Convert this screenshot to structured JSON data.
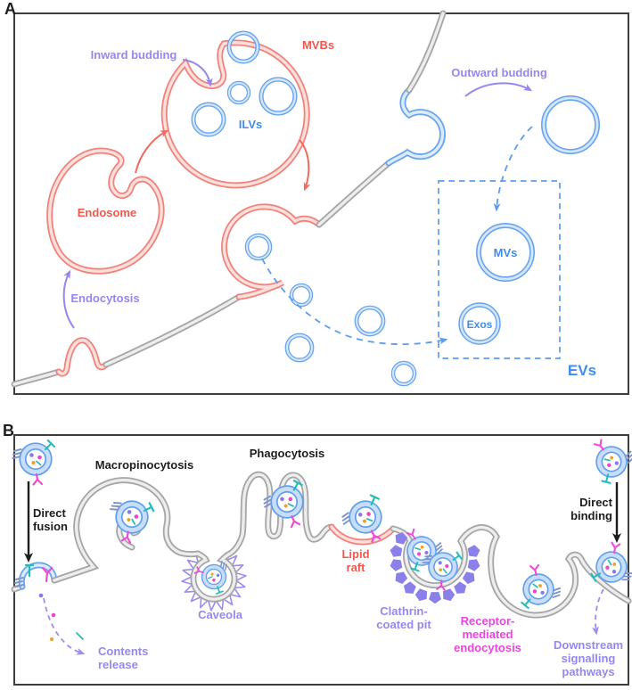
{
  "panelA": {
    "label": "A",
    "labels": {
      "mvbs": "MVBs",
      "inward_budding": "Inward budding",
      "outward_budding": "Outward budding",
      "ilvs": "ILVs",
      "endosome": "Endosome",
      "endocytosis": "Endocytosis",
      "mvs": "MVs",
      "exos": "Exos",
      "evs": "EVs"
    }
  },
  "panelB": {
    "label": "B",
    "labels": {
      "macropinocytosis": "Macropinocytosis",
      "phagocytosis": "Phagocytosis",
      "caveola": "Caveola",
      "direct_fusion_line1": "Direct",
      "direct_fusion_line2": "fusion",
      "direct_binding_line1": "Direct",
      "direct_binding_line2": "binding",
      "lipid_raft_line1": "Lipid",
      "lipid_raft_line2": "raft",
      "clathrin_line1": "Clathrin-",
      "clathrin_line2": "coated pit",
      "rme_line1": "Receptor-",
      "rme_line2": "mediated",
      "rme_line3": "endocytosis",
      "contents_line1": "Contents",
      "contents_line2": "release",
      "downstream_line1": "Downstream",
      "downstream_line2": "signalling",
      "downstream_line3": "pathways"
    }
  },
  "colors": {
    "membrane_gray": "#a6a6a6",
    "membrane_red": "#f1837b",
    "membrane_blue": "#6aa5f0",
    "text_blue": "#3f8cf0",
    "text_red": "#f2564d",
    "text_purple": "#9488f0",
    "text_magenta": "#ee44e4",
    "text_black": "#1d1d1d",
    "clathrin_purple": "#8b80ea",
    "caveolin_purple": "#9b8cf2",
    "cargo_orange": "#f0a028",
    "cargo_teal": "#1fbfb8",
    "cargo_magenta": "#f043c9",
    "cargo_purple": "#8878ee"
  }
}
